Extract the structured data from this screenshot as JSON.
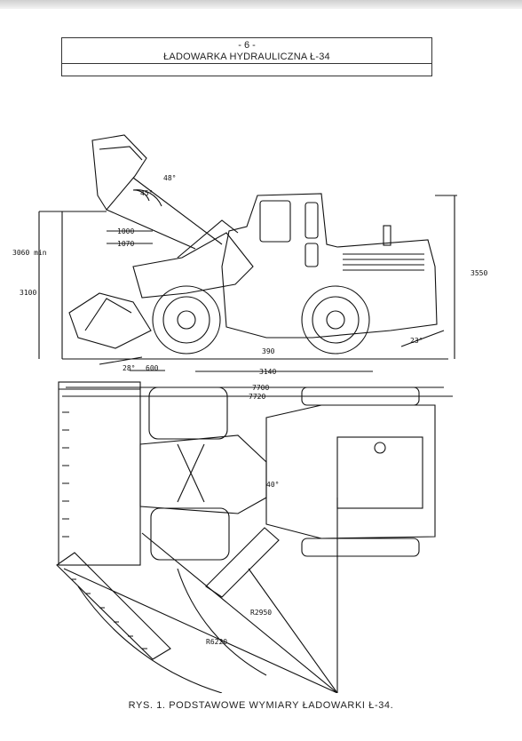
{
  "header": {
    "page_number": "- 6 -",
    "title": "ŁADOWARKA HYDRAULICZNA Ł-34"
  },
  "drawing": {
    "angles": [
      "48°",
      "45°",
      "28°",
      "23°",
      "40°"
    ],
    "dimensions": {
      "reach_1000": "1000",
      "reach_1070": "1070",
      "height_3060": "3060 min",
      "height_3100": "3100",
      "height_3550": "3550",
      "clearance_390": "390",
      "dist_600": "600",
      "wheelbase_3140": "3140",
      "length_7700": "7700",
      "length_7720": "7720",
      "radius_2950": "R2950",
      "radius_6220": "R6220"
    }
  },
  "caption": "RYS. 1.  PODSTAWOWE WYMIARY ŁADOWARKI Ł-34."
}
